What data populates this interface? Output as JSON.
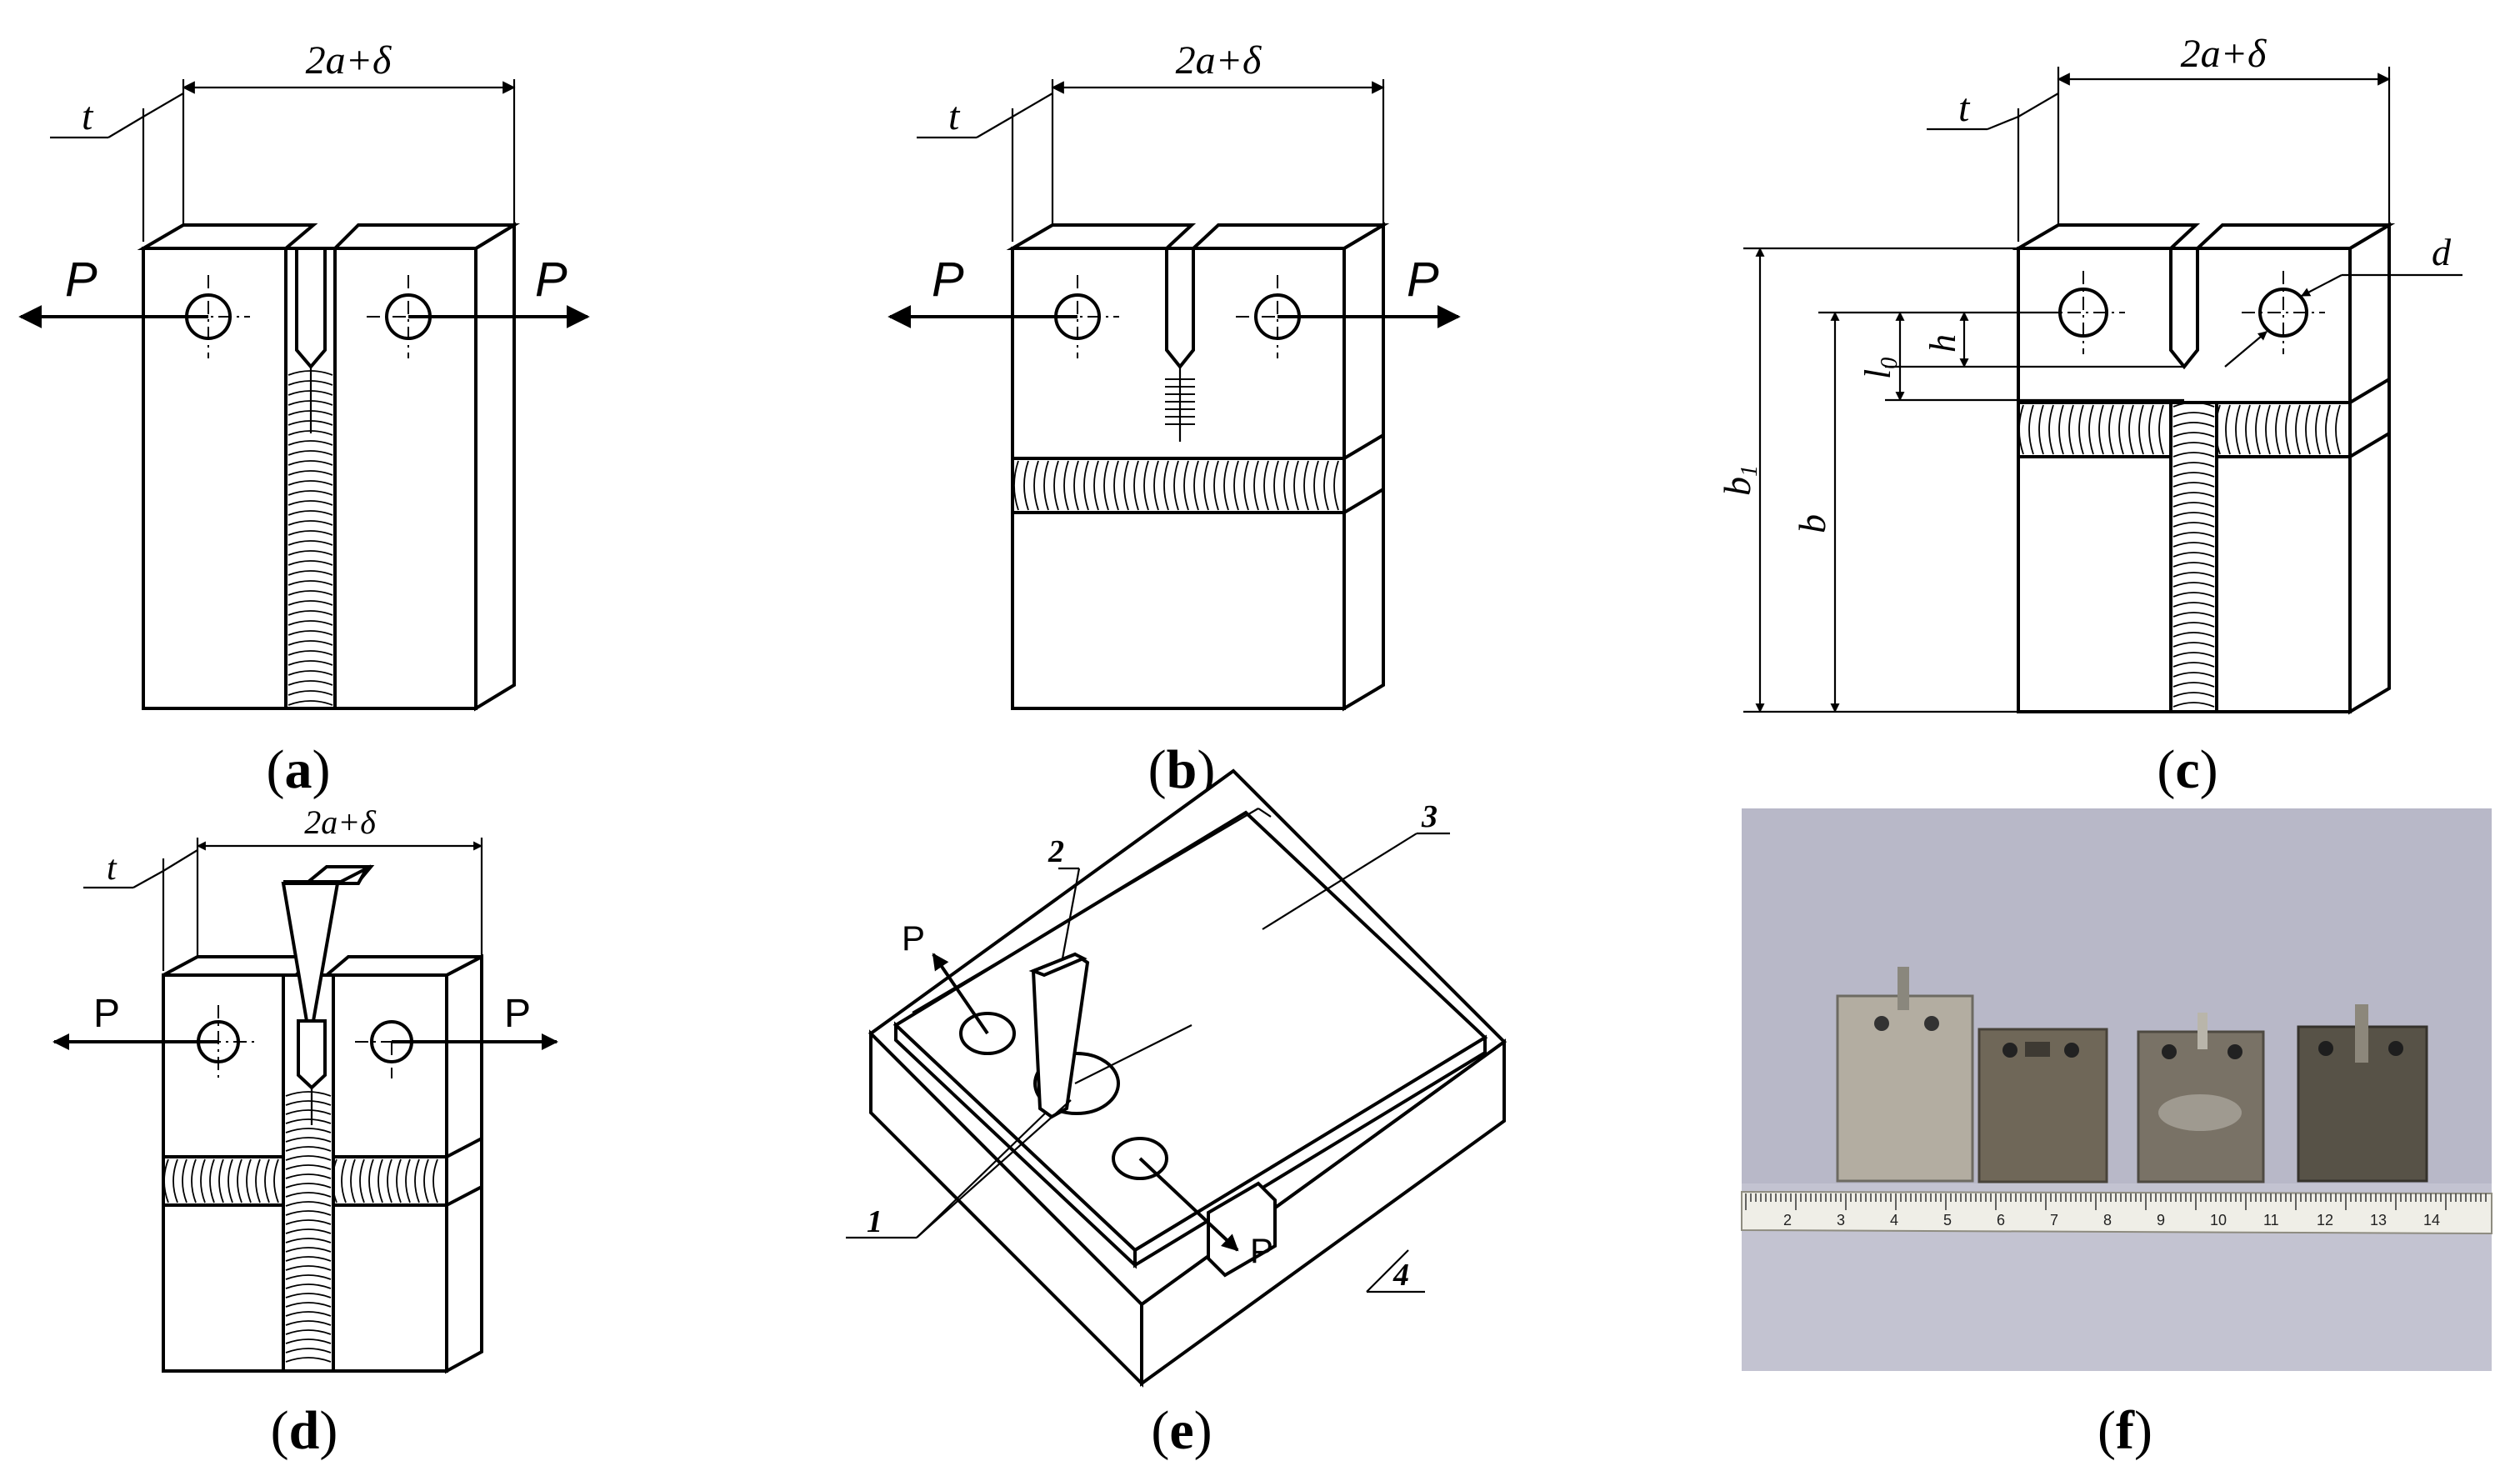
{
  "panels": {
    "a": {
      "caption_open": "(",
      "caption_letter": "a",
      "caption_close": ")",
      "dim_label": "2a+δ",
      "thickness_label": "t",
      "load_left": "P",
      "load_right": "P"
    },
    "b": {
      "caption_open": "(",
      "caption_letter": "b",
      "caption_close": ")",
      "dim_label": "2a+δ",
      "thickness_label": "t",
      "load_left": "P",
      "load_right": "P"
    },
    "c": {
      "caption_open": "(",
      "caption_letter": "c",
      "caption_close": ")",
      "dim_label": "2a+δ",
      "thickness_label": "t",
      "labels": {
        "d": "d",
        "h": "h",
        "l0": "l",
        "l0_sub": "0",
        "b": "b",
        "b1": "b",
        "b1_sub": "1"
      }
    },
    "d": {
      "caption_open": "(",
      "caption_letter": "d",
      "caption_close": ")",
      "dim_label": "2a+δ",
      "thickness_label": "t",
      "load_left": "P",
      "load_right": "P"
    },
    "e": {
      "caption_open": "(",
      "caption_letter": "e",
      "caption_close": ")",
      "load_a": "P",
      "load_b": "P",
      "callouts": [
        "1",
        "2",
        "3",
        "4"
      ]
    },
    "f": {
      "caption_open": "(",
      "caption_letter": "f",
      "caption_close": ")",
      "ruler_numbers": [
        "2",
        "3",
        "4",
        "5",
        "6",
        "7",
        "8",
        "9",
        "10",
        "11",
        "12",
        "13",
        "14"
      ]
    }
  },
  "colors": {
    "line": "#000000",
    "background": "#ffffff",
    "photo_bg": "#b9b9c9",
    "tape": "#eeeee6"
  }
}
